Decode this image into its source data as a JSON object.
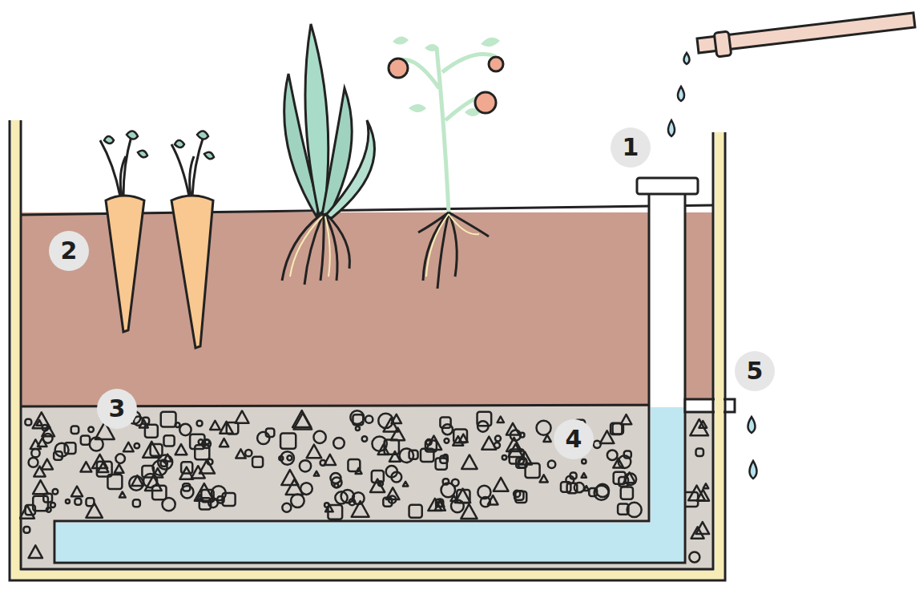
{
  "diagram": {
    "nodes": [
      {
        "text": [
          "1"
        ]
      },
      {
        "text": [
          "2"
        ]
      },
      {
        "text": [
          "3"
        ]
      },
      {
        "text": [
          "4"
        ]
      },
      {
        "text": [
          "5"
        ]
      }
    ]
  }
}
